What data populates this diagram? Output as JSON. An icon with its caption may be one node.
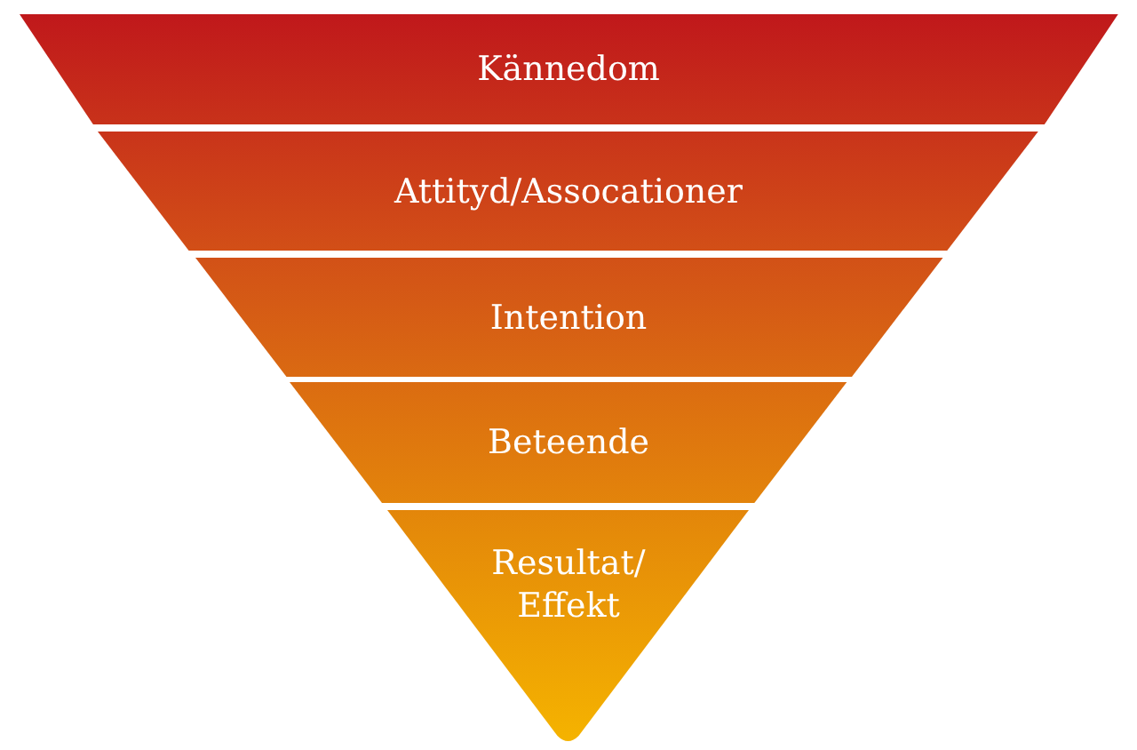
{
  "diagram": {
    "nodes": [
      {
        "text": [
          "Kännedom"
        ]
      },
      {
        "text": [
          "Attityd/Assocationer"
        ]
      },
      {
        "text": [
          "Intention"
        ]
      },
      {
        "text": [
          "Beteende"
        ]
      },
      {
        "text": [
          "Resultat/ Effekt"
        ]
      }
    ]
  }
}
